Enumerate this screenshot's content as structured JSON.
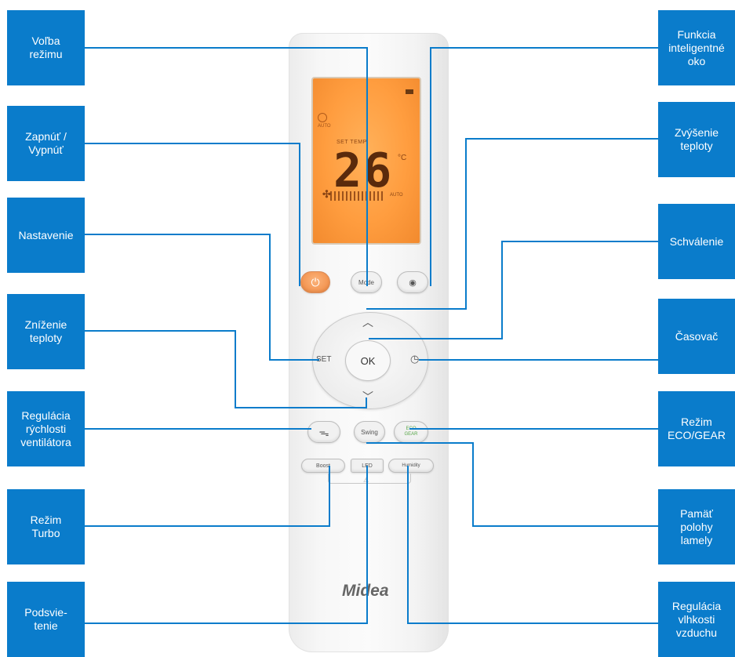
{
  "labels": {
    "mode": "Voľba\nrežimu",
    "power": "Zapnúť /\nVypnúť",
    "set": "Nastavenie",
    "temp_down": "Zníženie\nteploty",
    "fan_speed": "Regulácia\nrýchlosti\nventilátora",
    "turbo": "Režim\nTurbo",
    "backlight": "Podsvie-\ntenie",
    "ieye": "Funkcia\ninteligentné\noko",
    "temp_up": "Zvýšenie\nteploty",
    "ok": "Schválenie",
    "timer": "Časovač",
    "eco": "Režim\nECO/GEAR",
    "swing_memory": "Pamäť\npolohy\nlamely",
    "humidity": "Regulácia\nvlhkosti\nvzduchu"
  },
  "remote": {
    "lcd": {
      "set_temp_label": "SET TEMP",
      "temperature": "26",
      "unit": "°C",
      "mode_indicator": "AUTO",
      "fan_indicator": "AUTO"
    },
    "buttons": {
      "power": "⏻",
      "mode": "Mode",
      "eye": "◉",
      "set": "SET",
      "ok": "OK",
      "up": "︿",
      "down": "﹀",
      "timer": "◷",
      "fan": "ᯓ",
      "swing": "Swing",
      "eco_top": "ECO",
      "eco_bottom": "GEAR",
      "boost": "Boost",
      "led": "LED",
      "humidity": "Humidity",
      "led_icon": "⚠"
    },
    "brand": "Midea"
  },
  "colors": {
    "label_bg": "#0a7ccb",
    "label_text": "#ffffff",
    "leader_line": "#0a7ccb",
    "lcd": "#ff9d3f",
    "power_button": "#f39450"
  }
}
